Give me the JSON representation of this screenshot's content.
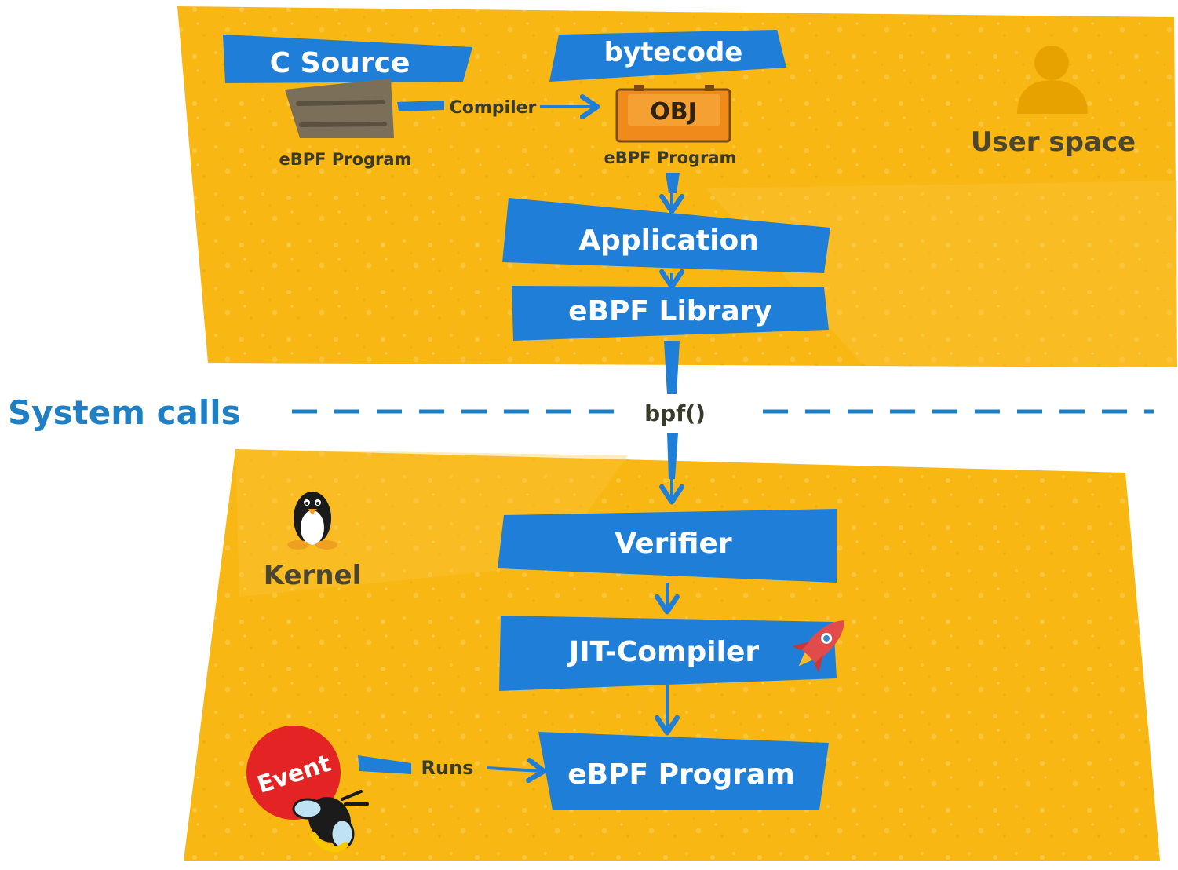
{
  "user_space": {
    "label": "User space",
    "c_source_banner": "C Source",
    "c_source_caption": "eBPF Program",
    "compiler_label": "Compiler",
    "bytecode_banner": "bytecode",
    "obj_badge": "OBJ",
    "bytecode_caption": "eBPF Program",
    "application_banner": "Application",
    "library_banner": "eBPF Library",
    "icon": "user-icon"
  },
  "system_calls": {
    "label": "System calls",
    "bpf_call": "bpf()"
  },
  "kernel": {
    "label": "Kernel",
    "icon": "linux-penguin-icon",
    "verifier_banner": "Verifier",
    "jit_banner": "JIT-Compiler",
    "jit_icon": "rocket-icon",
    "program_banner": "eBPF Program",
    "event_label": "Event",
    "event_icon": "bee-icon",
    "runs_label": "Runs"
  },
  "colors": {
    "zone": "#f8b713",
    "zone_light": "#fbc842",
    "banner": "#1f7fd8",
    "arrow": "#1f7fd8",
    "dashed_line": "#1f7fc4",
    "event": "#e42424",
    "obj_box": "#f08a1a",
    "rocket": "#e24b4b"
  }
}
